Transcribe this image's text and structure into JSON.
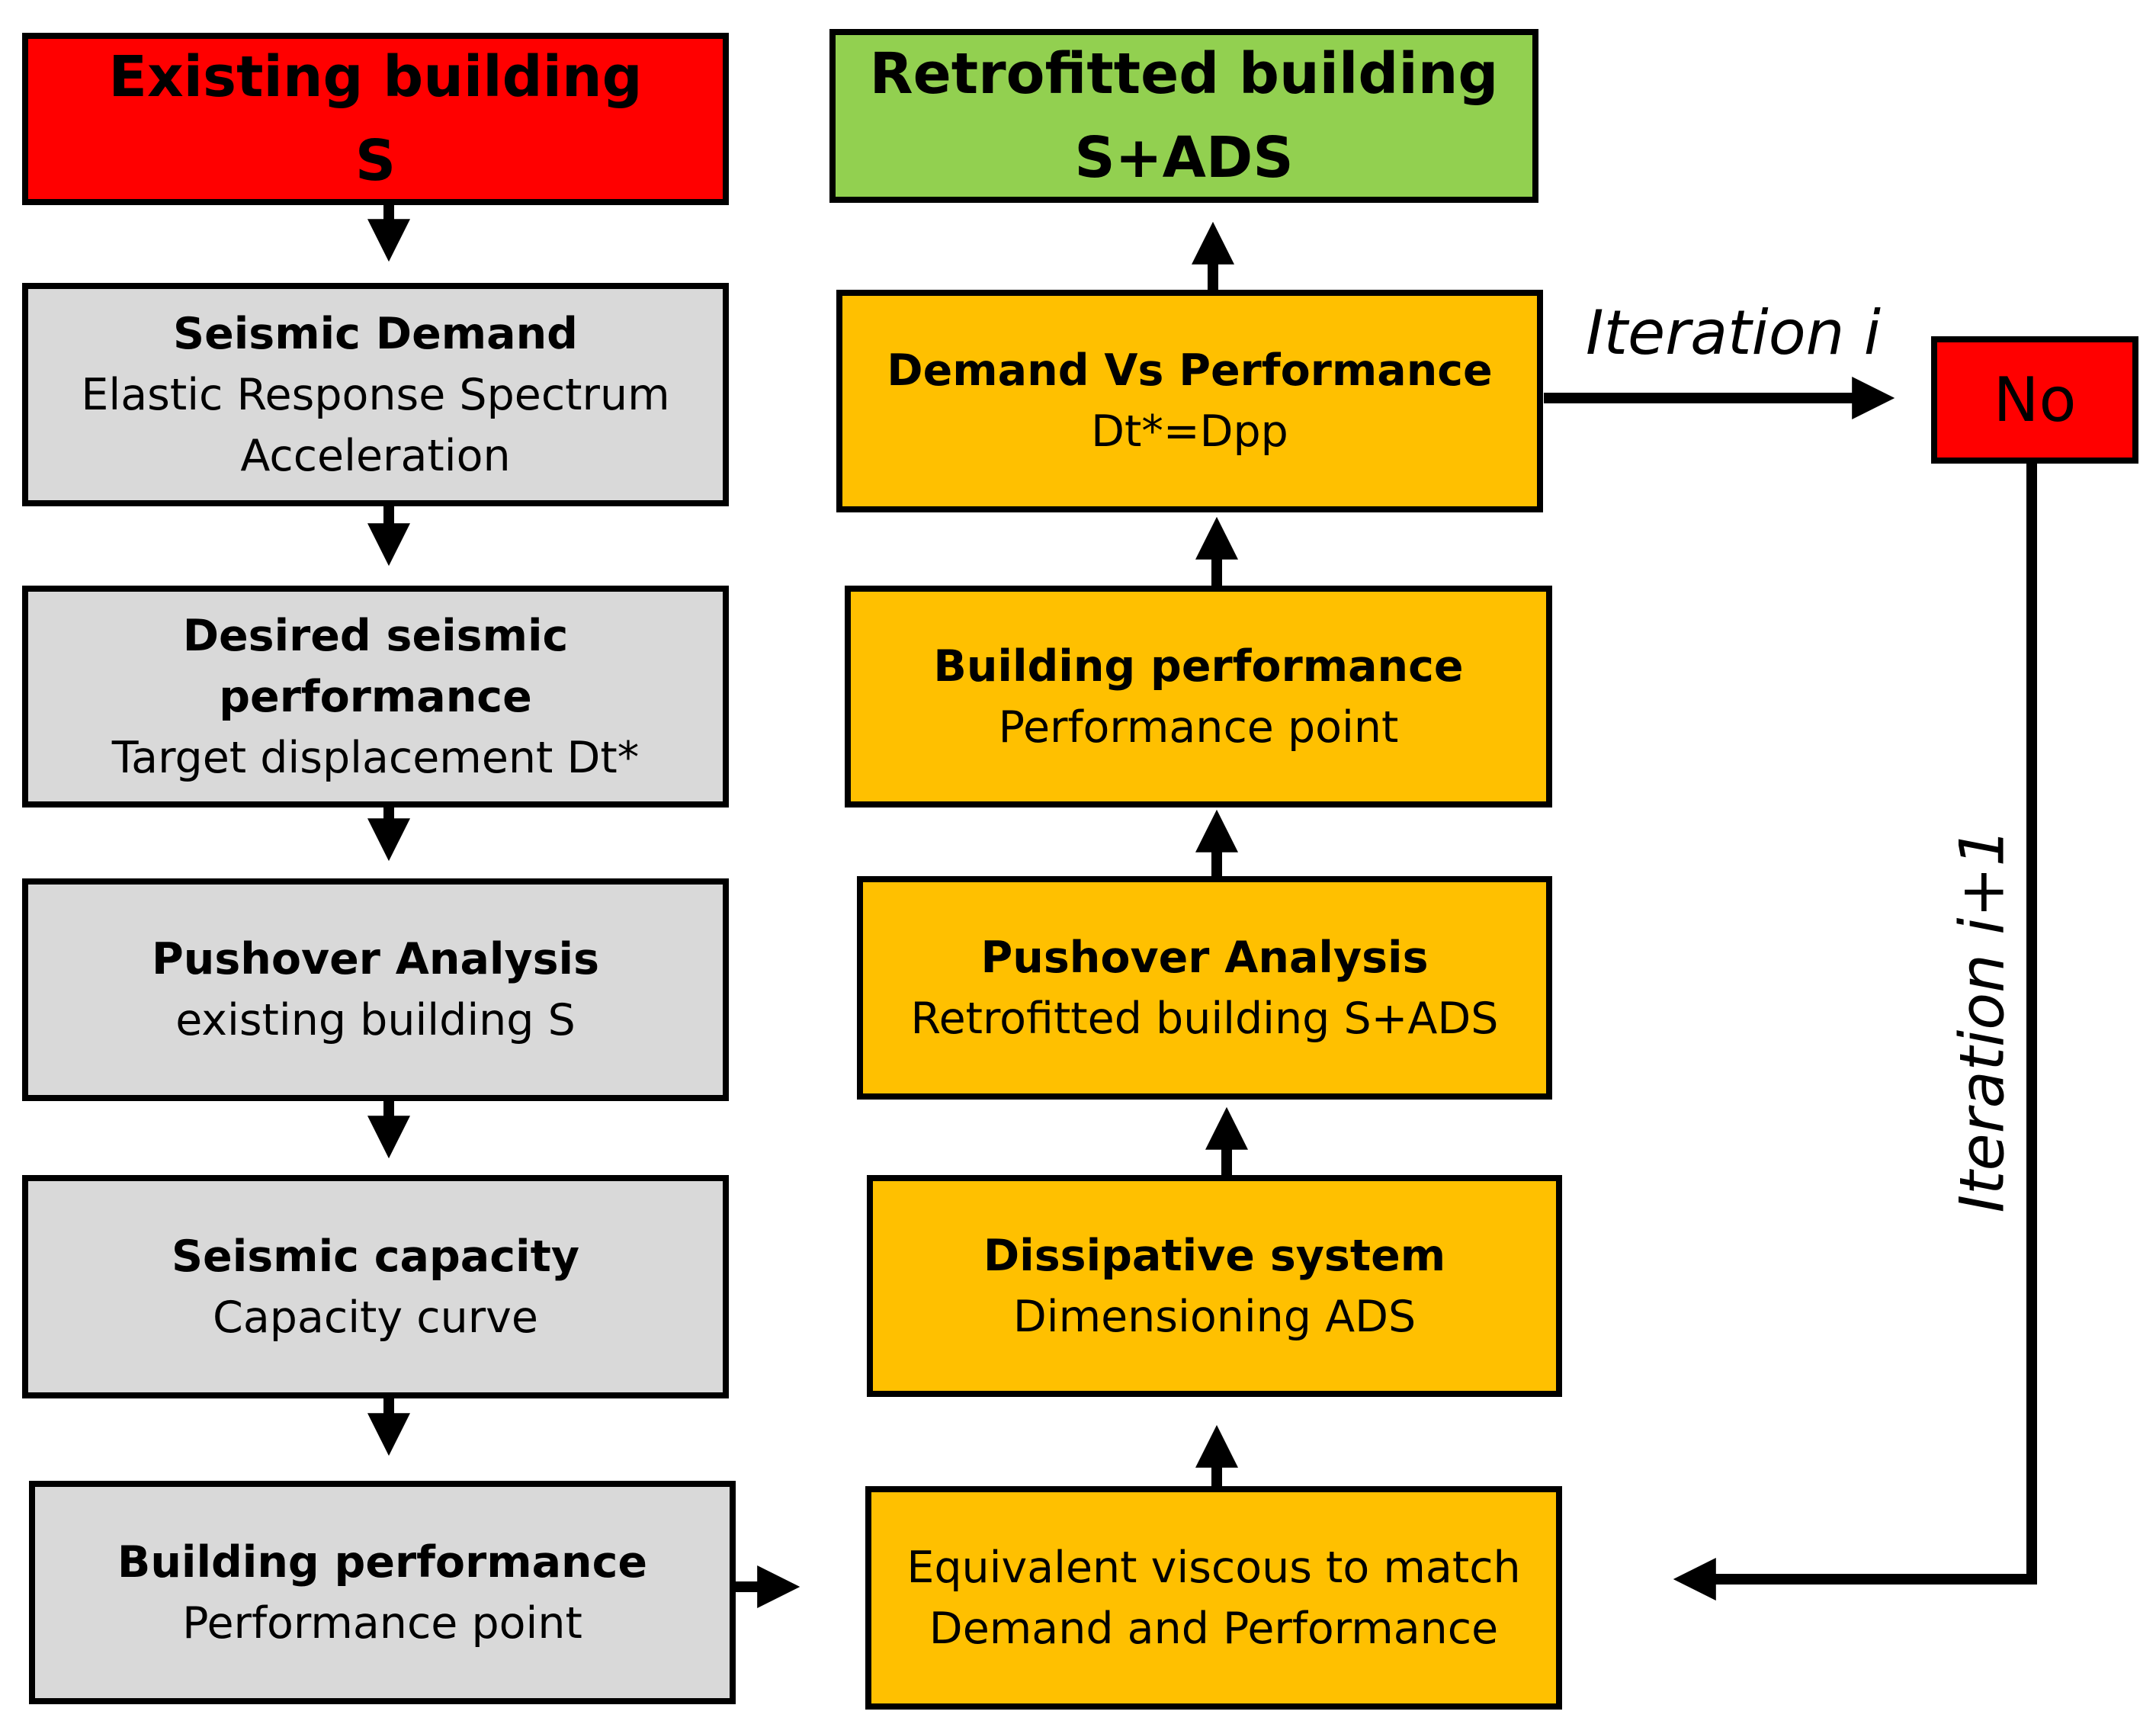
{
  "left_column": {
    "header": {
      "line1": "Existing building",
      "line2": "S"
    },
    "steps": [
      {
        "title": "Seismic Demand",
        "line2": "Elastic Response Spectrum",
        "line3": "Acceleration"
      },
      {
        "title": "Desired seismic performance",
        "line2": "Target displacement Dt*"
      },
      {
        "title": "Pushover Analysis",
        "line2": "existing building S"
      },
      {
        "title": "Seismic capacity",
        "line2": "Capacity curve"
      },
      {
        "title": "Building performance",
        "line2": "Performance point"
      }
    ]
  },
  "right_column": {
    "header": {
      "line1": "Retrofitted building",
      "line2": "S+ADS"
    },
    "steps": [
      {
        "title": "Demand Vs Performance",
        "line2": "Dt*=Dpp"
      },
      {
        "title": "Building performance",
        "line2": "Performance point"
      },
      {
        "title": "Pushover Analysis",
        "line2": "Retrofitted building S+ADS"
      },
      {
        "title": "Dissipative system",
        "line2": "Dimensioning ADS"
      },
      {
        "line1": "Equivalent viscous to match",
        "line2": "Demand and Performance"
      }
    ]
  },
  "decision": {
    "label": "No"
  },
  "iteration_labels": {
    "current": "Iteration i",
    "next": "Iteration i+1"
  },
  "colors": {
    "existing_header": "#ff0000",
    "retrofitted_header": "#92d050",
    "left_steps": "#d9d9d9",
    "right_steps": "#ffc000",
    "decision": "#ff0000",
    "lines": "#000000"
  }
}
